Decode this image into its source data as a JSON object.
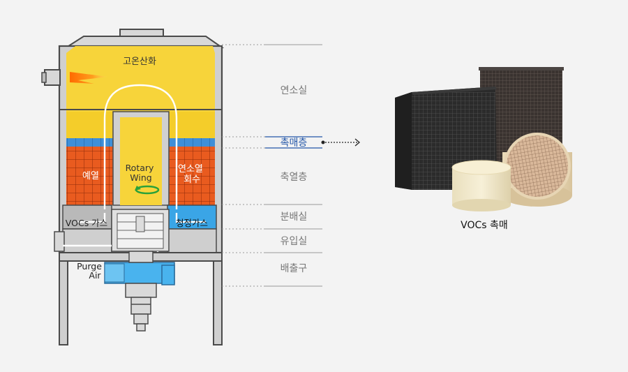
{
  "diagram": {
    "zone_labels": {
      "high_temp_oxidation": "고온산화",
      "preheat": "예열",
      "rotary_wing": "Rotary\nWing",
      "combustion_heat_recovery": "연소열\n회수",
      "voc_gas": "VOCs 가스",
      "clean_gas": "청정가스",
      "purge_air": "Purge\nAir"
    },
    "section_labels": {
      "combustion_chamber": "연소실",
      "catalyst_layer": "촉매층",
      "heat_storage_layer": "축열층",
      "distribution_chamber": "분배실",
      "inlet_chamber": "유입실",
      "exhaust": "배출구"
    },
    "catalyst_caption": "VOCs 촉매",
    "colors": {
      "yellow": "#f7d43a",
      "yellow_dark": "#efc21c",
      "catalyst_blue": "#3f8fd8",
      "heat_orange": "#e85a1d",
      "gray_panel": "#b9b9b9",
      "clean_blue": "#3aa5e6",
      "frame": "#4a4a4a",
      "highlight_label": "#2256a8"
    }
  }
}
